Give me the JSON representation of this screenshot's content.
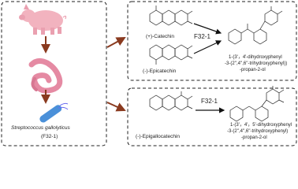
{
  "left_panel": {
    "organism_name": "Streptococcus gallolyticus",
    "strain_id": "(F32-1)"
  },
  "top_panel": {
    "substrate_1": "(+)-Catechin",
    "substrate_2": "(-)-Epicatechin",
    "enzyme": "F32-1",
    "product_lines": [
      "1-(3'，4'-dihydroxyphenyl",
      "-3-(2'',4'',6''-trihydroxyphenyl))",
      "-propan-2-ol"
    ]
  },
  "bottom_panel": {
    "substrate": "(-)-Epigallocatechin",
    "enzyme": "F32-1",
    "product_lines": [
      "1-(3'，4'，5'-dihydroxyphenyl",
      "-3-(2'',4'',6''-trihydroxyphenyl)",
      "-propan-2-ol"
    ]
  },
  "colors": {
    "arrow_main": "#8a3a1f",
    "pig": "#f2b3bf",
    "intestine": "#e58aa3",
    "bacterium": "#4a90d9"
  }
}
